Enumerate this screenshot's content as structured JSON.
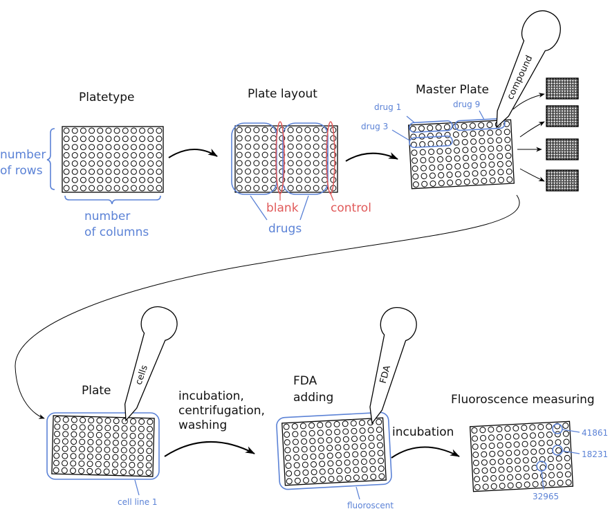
{
  "titles": {
    "platetype": "Platetype",
    "plate_layout": "Plate layout",
    "master_plate": "Master Plate",
    "plate": "Plate",
    "fda_line1": "FDA",
    "fda_line2": "adding",
    "fluorescence": "Fluoroscence measuring"
  },
  "platetype_labels": {
    "rows_line1": "number",
    "rows_line2": "of rows",
    "cols_line1": "number",
    "cols_line2": "of columns"
  },
  "layout_labels": {
    "blank": "blank",
    "control": "control",
    "drugs": "drugs"
  },
  "master_labels": {
    "drug1": "drug 1",
    "drug3": "drug 3",
    "drug9": "drug 9"
  },
  "pipettes": {
    "compound": "compound",
    "cells": "cells",
    "fda": "FDA"
  },
  "steps": {
    "wash_line1": "incubation,",
    "wash_line2": "centrifugation,",
    "wash_line3": "washing",
    "incubation": "incubation"
  },
  "plate_labels": {
    "cell_line": "cell line 1",
    "fluorescent": "fluoroscent"
  },
  "readings": {
    "r1": "41861",
    "r2": "18231",
    "r3": "32965"
  },
  "colors": {
    "blue": "#5b82d6",
    "red": "#e05a5a",
    "black": "#111111"
  }
}
